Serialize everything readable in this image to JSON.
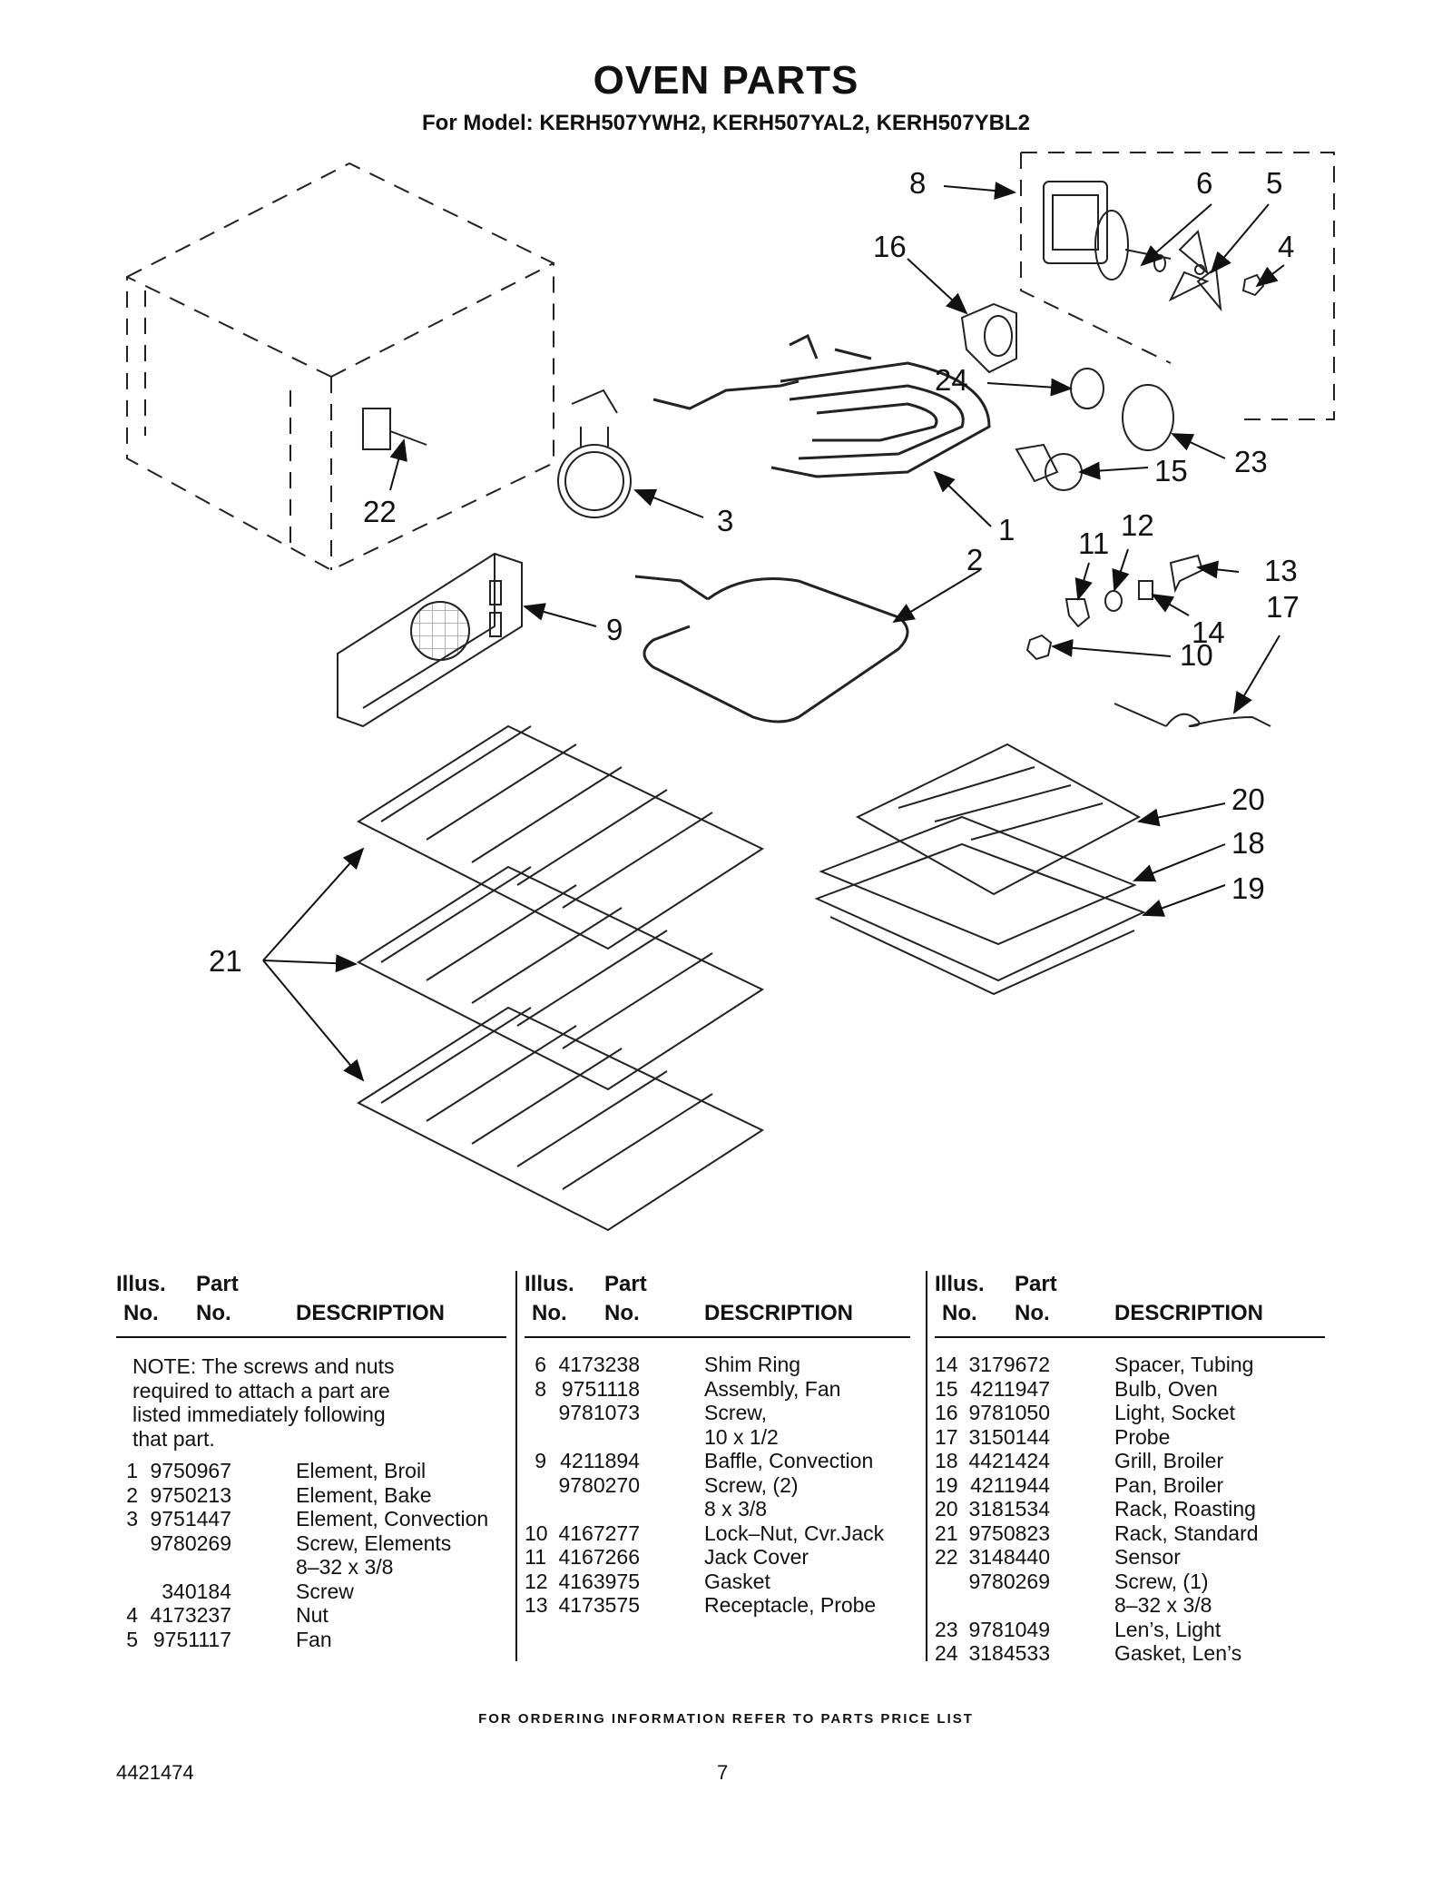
{
  "header": {
    "title": "OVEN PARTS",
    "subtitle": "For Model: KERH507YWH2, KERH507YAL2, KERH507YBL2"
  },
  "callouts": [
    "8",
    "6",
    "5",
    "4",
    "16",
    "24",
    "23",
    "15",
    "1",
    "2",
    "3",
    "9",
    "22",
    "11",
    "12",
    "13",
    "14",
    "10",
    "17",
    "20",
    "18",
    "19",
    "21"
  ],
  "table": {
    "col_header_illus": "Illus.",
    "col_header_no": "No.",
    "col_header_part": "Part",
    "col_header_partno": "No.",
    "col_header_desc": "DESCRIPTION",
    "note": [
      "NOTE: The screws and nuts",
      "required to attach a part are",
      "listed immediately following",
      "that part."
    ],
    "col1": [
      {
        "illus": "1",
        "part": "9750967",
        "desc": "Element, Broil"
      },
      {
        "illus": "2",
        "part": "9750213",
        "desc": "Element, Bake"
      },
      {
        "illus": "3",
        "part": "9751447",
        "desc": "Element, Convection"
      },
      {
        "illus": "",
        "part": "9780269",
        "desc": "Screw, Elements"
      },
      {
        "illus": "",
        "part": "",
        "desc": "8–32 x 3/8"
      },
      {
        "illus": "",
        "part": "340184",
        "desc": "Screw"
      },
      {
        "illus": "4",
        "part": "4173237",
        "desc": "Nut"
      },
      {
        "illus": "5",
        "part": "9751117",
        "desc": "Fan"
      }
    ],
    "col2": [
      {
        "illus": "6",
        "part": "4173238",
        "desc": "Shim Ring"
      },
      {
        "illus": "8",
        "part": "9751118",
        "desc": "Assembly, Fan"
      },
      {
        "illus": "",
        "part": "9781073",
        "desc": "Screw,"
      },
      {
        "illus": "",
        "part": "",
        "desc": "10 x 1/2"
      },
      {
        "illus": "9",
        "part": "4211894",
        "desc": "Baffle, Convection"
      },
      {
        "illus": "",
        "part": "9780270",
        "desc": "Screw, (2)"
      },
      {
        "illus": "",
        "part": "",
        "desc": "8 x 3/8"
      },
      {
        "illus": "10",
        "part": "4167277",
        "desc": "Lock–Nut, Cvr.Jack"
      },
      {
        "illus": "11",
        "part": "4167266",
        "desc": "Jack Cover"
      },
      {
        "illus": "12",
        "part": "4163975",
        "desc": "Gasket"
      },
      {
        "illus": "13",
        "part": "4173575",
        "desc": "Receptacle, Probe"
      }
    ],
    "col3": [
      {
        "illus": "14",
        "part": "3179672",
        "desc": "Spacer, Tubing"
      },
      {
        "illus": "15",
        "part": "4211947",
        "desc": "Bulb, Oven"
      },
      {
        "illus": "16",
        "part": "9781050",
        "desc": "Light, Socket"
      },
      {
        "illus": "17",
        "part": "3150144",
        "desc": "Probe"
      },
      {
        "illus": "18",
        "part": "4421424",
        "desc": "Grill, Broiler"
      },
      {
        "illus": "19",
        "part": "4211944",
        "desc": "Pan, Broiler"
      },
      {
        "illus": "20",
        "part": "3181534",
        "desc": "Rack, Roasting"
      },
      {
        "illus": "21",
        "part": "9750823",
        "desc": "Rack, Standard"
      },
      {
        "illus": "22",
        "part": "3148440",
        "desc": "Sensor"
      },
      {
        "illus": "",
        "part": "9780269",
        "desc": "Screw, (1)"
      },
      {
        "illus": "",
        "part": "",
        "desc": "8–32 x 3/8"
      },
      {
        "illus": "23",
        "part": "9781049",
        "desc": "Len’s, Light"
      },
      {
        "illus": "24",
        "part": "3184533",
        "desc": "Gasket, Len’s"
      }
    ]
  },
  "footer": {
    "ordering": "FOR ORDERING INFORMATION REFER TO PARTS PRICE LIST",
    "doc_number": "4421474",
    "page_number": "7"
  }
}
